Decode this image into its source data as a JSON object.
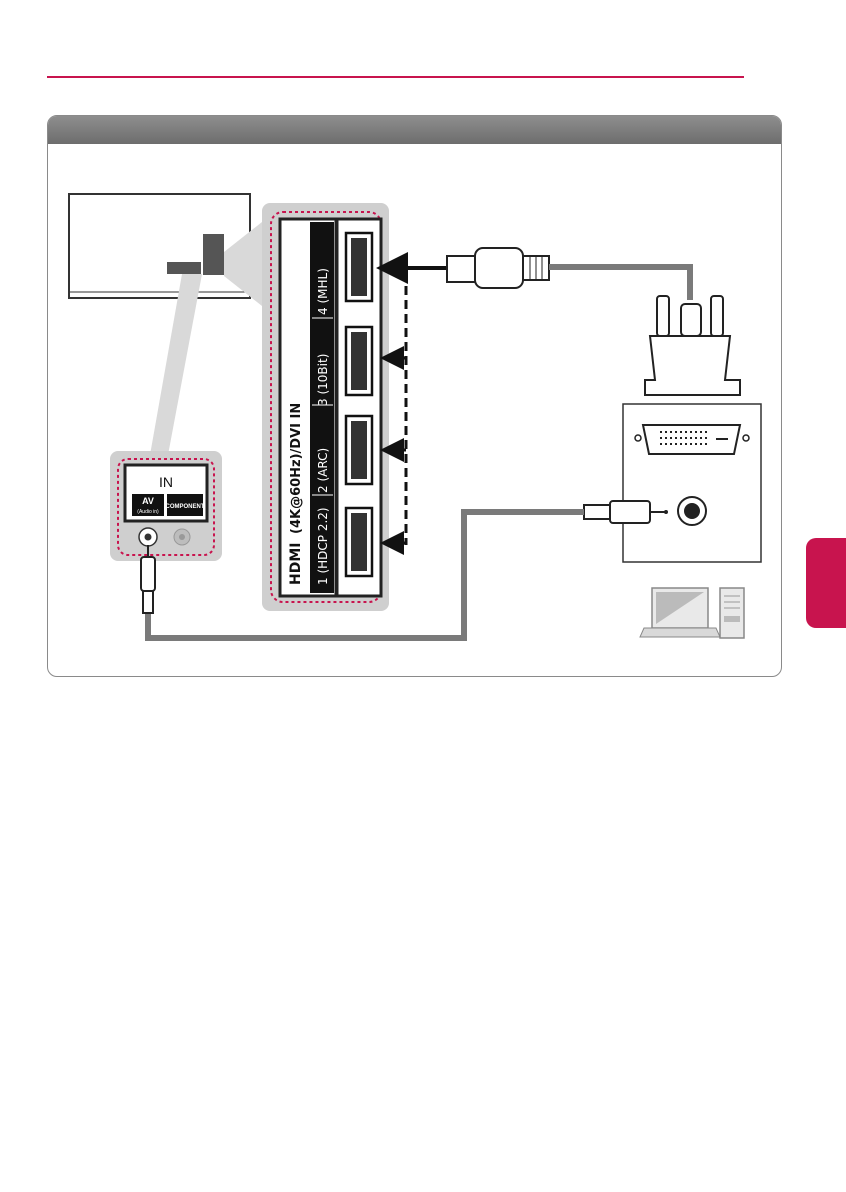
{
  "colors": {
    "accent": "#c8144e",
    "panel_gray": "#cfcfcf",
    "cable_gray": "#7a7a7a",
    "frame_bar": "#7a7a7a"
  },
  "av_panel": {
    "in_label": "IN",
    "av_label": "AV",
    "av_sub": "(Audio in)",
    "component_label": "COMPONENT"
  },
  "hdmi_panel": {
    "header_prefix": "HDMI",
    "header_suffix": "(4K@60Hz)/DVI IN",
    "ports": [
      {
        "number": "1",
        "tag": "(HDCP 2.2)"
      },
      {
        "number": "2",
        "tag": "(ARC)"
      },
      {
        "number": "3",
        "tag": "(10Bit)"
      },
      {
        "number": "4",
        "tag": "(MHL)"
      }
    ]
  },
  "icons": {
    "laptop": "laptop-icon",
    "tower": "desktop-tower-icon",
    "dvi": "dvi-connector-icon",
    "hdmi": "hdmi-plug-icon",
    "audio": "audio-jack-icon"
  }
}
